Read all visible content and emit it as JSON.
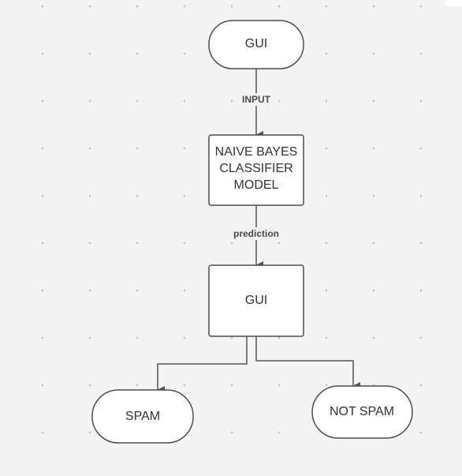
{
  "diagram": {
    "type": "flowchart",
    "nodes": {
      "gui_top": {
        "label": "GUI",
        "shape": "rounded"
      },
      "classifier": {
        "lines": [
          "NAIVE BAYES",
          "CLASSIFIER",
          "MODEL"
        ],
        "shape": "rect"
      },
      "gui_result": {
        "label": "GUI",
        "shape": "rect"
      },
      "spam": {
        "label": "SPAM",
        "shape": "rounded"
      },
      "not_spam": {
        "label": "NOT SPAM",
        "shape": "rounded"
      }
    },
    "edges": {
      "input": {
        "from": "GUI",
        "to": "NAIVE BAYES CLASSIFIER MODEL",
        "label": "INPUT"
      },
      "prediction": {
        "from": "NAIVE BAYES CLASSIFIER MODEL",
        "to": "GUI",
        "label": "prediction"
      },
      "to_spam": {
        "from": "GUI",
        "to": "SPAM",
        "label": ""
      },
      "to_not_spam": {
        "from": "GUI",
        "to": "NOT SPAM",
        "label": ""
      }
    }
  },
  "colors": {
    "canvas_bg": "#f4f4f4",
    "node_fill": "#ffffff",
    "node_stroke": "#4d4d4d",
    "edge": "#555555",
    "dot": "#c4c4c4",
    "text": "#333333"
  }
}
